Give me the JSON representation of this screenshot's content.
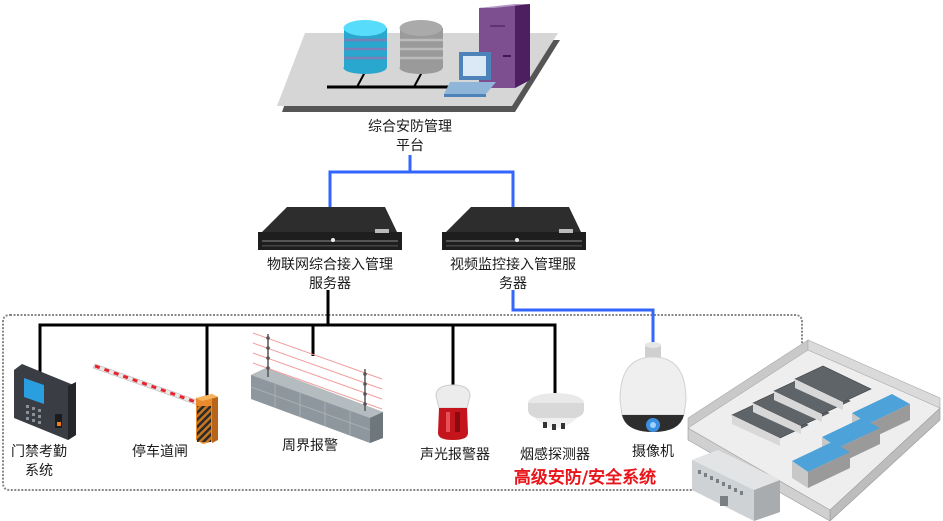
{
  "platform": {
    "label_line1": "综合安防管理",
    "label_line2": "平台"
  },
  "servers": [
    {
      "label_line1": "物联网综合接入管理",
      "label_line2": "服务器"
    },
    {
      "label_line1": "视频监控接入管理服",
      "label_line2": "务器"
    }
  ],
  "devices": [
    {
      "label_line1": "门禁考勤",
      "label_line2": "系统"
    },
    {
      "label_line1": "停车道闸"
    },
    {
      "label_line1": "周界报警"
    },
    {
      "label_line1": "声光报警器"
    },
    {
      "label_line1": "烟感探测器"
    },
    {
      "label_line1": "摄像机"
    }
  ],
  "group_title": "高级安防/安全系统",
  "colors": {
    "network_link": "#3366ff",
    "device_bus": "#000000",
    "group_title": "#e8161b",
    "group_border": "#888888"
  }
}
